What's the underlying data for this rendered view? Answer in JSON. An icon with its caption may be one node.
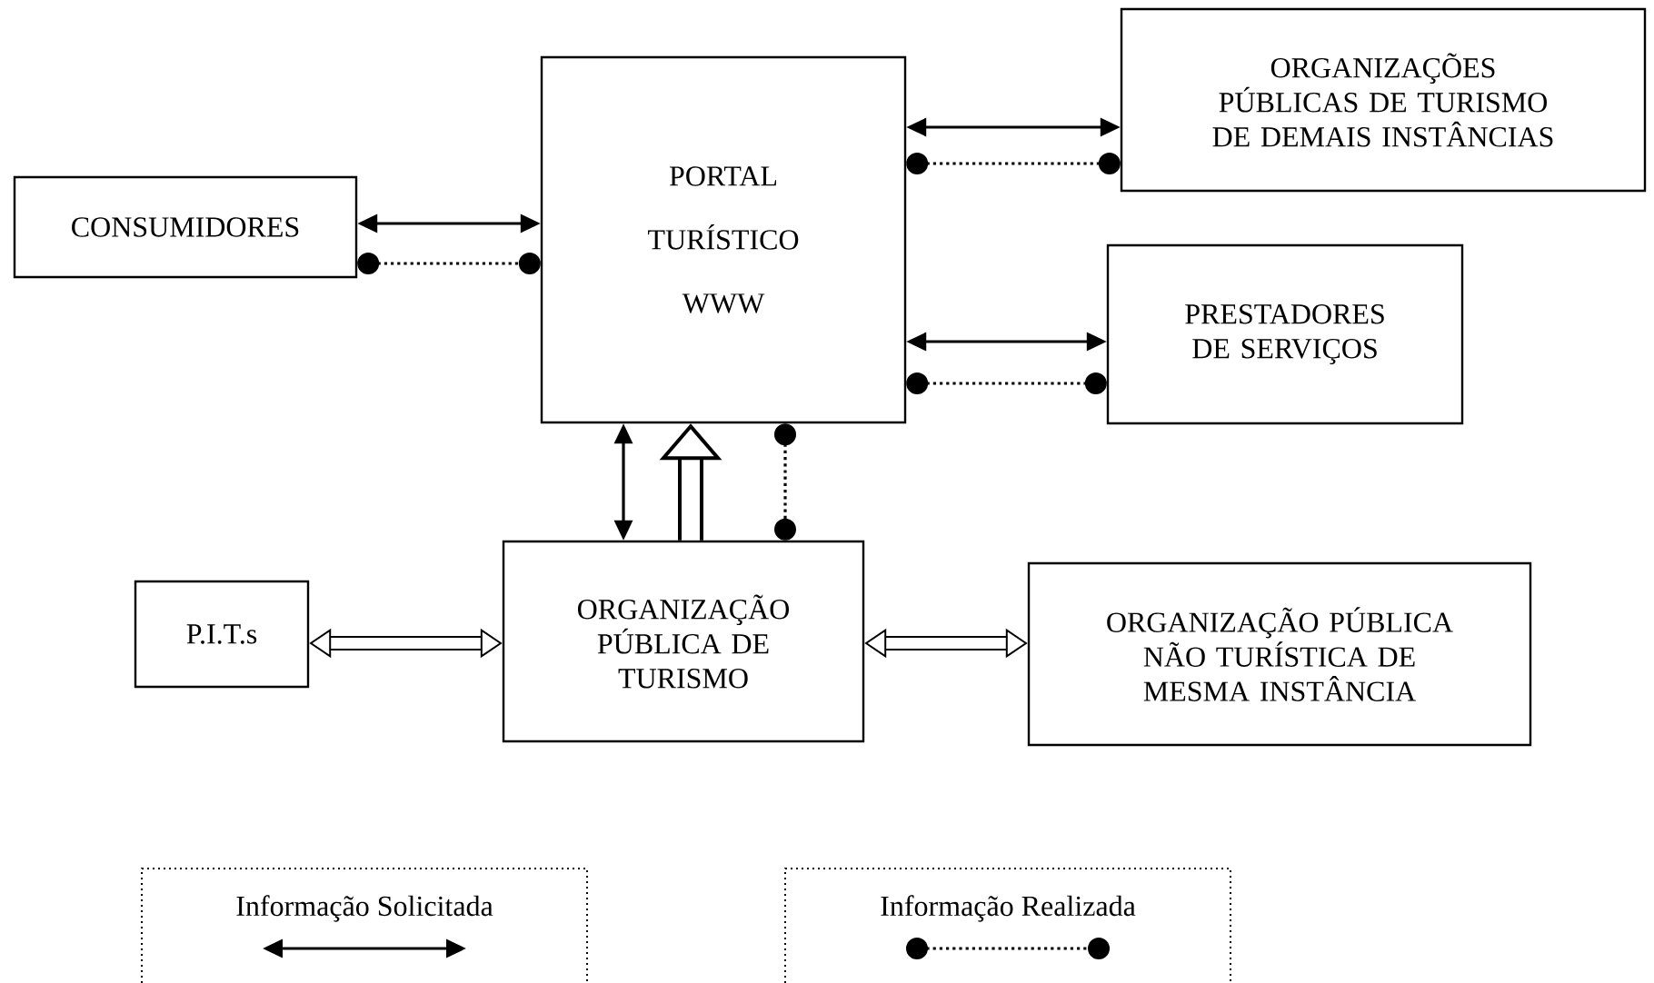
{
  "diagram": {
    "nodes": [
      {
        "text": [
          "PORTAL",
          "TURÍSTICO",
          "WWW"
        ]
      },
      {
        "text": [
          "ORGANIZAÇÕES PÚBLICAS DE TURISMO DE DEMAIS INSTÂNCIAS"
        ]
      },
      {
        "text": [
          "CONSUMIDORES"
        ]
      },
      {
        "text": [
          "PRESTADORES DE SERVIÇOS"
        ]
      },
      {
        "text": [
          "ORGANIZAÇÃO PÚBLICA DE TURISMO"
        ]
      },
      {
        "text": [
          "P.I.T.s"
        ]
      },
      {
        "text": [
          "ORGANIZAÇÃO PÚBLICA NÃO TURÍSTICA DE MESMA INSTÂNCIA"
        ]
      }
    ],
    "edges": [
      {
        "from": 0,
        "to": 1,
        "arrow": "both"
      },
      {
        "from": 0,
        "to": 1,
        "arrow": "other",
        "style": "dashed"
      },
      {
        "from": 2,
        "to": 0,
        "arrow": "both"
      },
      {
        "from": 2,
        "to": 0,
        "arrow": "other",
        "style": "dashed"
      },
      {
        "from": 0,
        "to": 3,
        "arrow": "both"
      },
      {
        "from": 0,
        "to": 3,
        "arrow": "other",
        "style": "dashed"
      },
      {
        "from": 0,
        "to": 4,
        "arrow": "both"
      },
      {
        "from": 4,
        "to": 0,
        "arrow": "to",
        "style": "thick"
      },
      {
        "from": 0,
        "to": 4,
        "arrow": "other",
        "style": "dashed"
      },
      {
        "from": 5,
        "to": 4,
        "arrow": "both",
        "style": "thick"
      },
      {
        "from": 4,
        "to": 6,
        "arrow": "both",
        "style": "thick"
      }
    ],
    "legend": [
      {
        "text": "Informação Solicitada"
      },
      {
        "text": "Informação Realizada"
      }
    ]
  }
}
